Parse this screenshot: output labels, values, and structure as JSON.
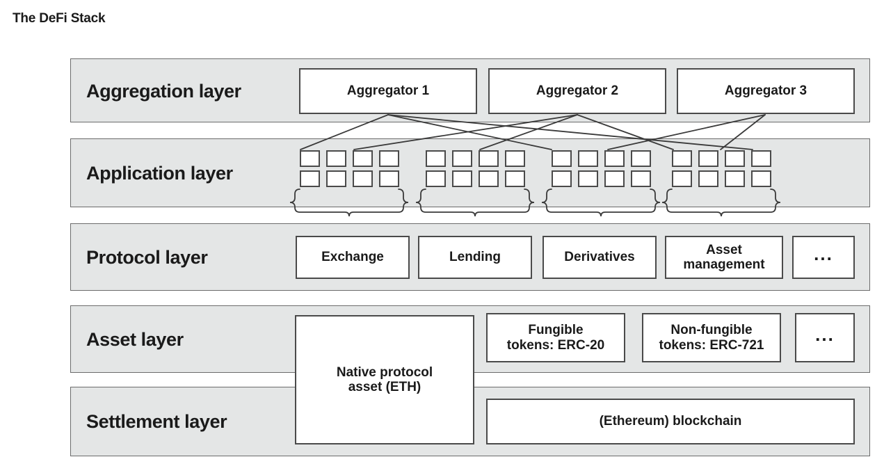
{
  "title": "The DeFi Stack",
  "colors": {
    "band_fill": "#e4e6e6",
    "band_border": "#6b6b6b",
    "box_border": "#4a4a4a",
    "box_fill": "#ffffff",
    "text": "#1a1a1a",
    "connector": "#3a3a3a",
    "page_background": "#ffffff"
  },
  "layers": [
    {
      "id": "aggregation",
      "label": "Aggregation layer",
      "boxes": [
        {
          "id": "aggregator-1",
          "label": "Aggregator 1"
        },
        {
          "id": "aggregator-2",
          "label": "Aggregator 2"
        },
        {
          "id": "aggregator-3",
          "label": "Aggregator 3"
        }
      ]
    },
    {
      "id": "application",
      "label": "Application layer",
      "groups": [
        {
          "id": "application-group-1",
          "rows": 2,
          "columns": 4,
          "brace": true
        },
        {
          "id": "application-group-2",
          "rows": 2,
          "columns": 4,
          "brace": true
        },
        {
          "id": "application-group-3",
          "rows": 2,
          "columns": 4,
          "brace": true
        },
        {
          "id": "application-group-4",
          "rows": 2,
          "columns": 4,
          "brace": true
        }
      ]
    },
    {
      "id": "protocol",
      "label": "Protocol layer",
      "boxes": [
        {
          "id": "protocol-exchange",
          "label": "Exchange"
        },
        {
          "id": "protocol-lending",
          "label": "Lending"
        },
        {
          "id": "protocol-derivatives",
          "label": "Derivatives"
        },
        {
          "id": "protocol-asset-management",
          "label": "Asset\nmanagement"
        },
        {
          "id": "protocol-more",
          "label": "..."
        }
      ]
    },
    {
      "id": "asset",
      "label": "Asset layer",
      "boxes": [
        {
          "id": "asset-fungible-tokens",
          "label": "Fungible\ntokens: ERC-20"
        },
        {
          "id": "asset-non-fungible-tokens",
          "label": "Non-fungible\ntokens: ERC-721"
        },
        {
          "id": "asset-more",
          "label": "..."
        }
      ]
    },
    {
      "id": "settlement",
      "label": "Settlement layer",
      "boxes": [
        {
          "id": "settlement-blockchain",
          "label": "(Ethereum) blockchain"
        }
      ]
    }
  ],
  "spanning_boxes": [
    {
      "id": "native-protocol-asset",
      "label": "Native protocol\nasset (ETH)",
      "spans": [
        "asset",
        "settlement"
      ]
    }
  ],
  "connections": [
    {
      "from": "aggregator-1",
      "to": "application-group-1"
    },
    {
      "from": "aggregator-1",
      "to": "application-group-2"
    },
    {
      "from": "aggregator-1",
      "to": "application-group-3"
    },
    {
      "from": "aggregator-2",
      "to": "application-group-1"
    },
    {
      "from": "aggregator-2",
      "to": "application-group-2"
    },
    {
      "from": "aggregator-2",
      "to": "application-group-4"
    },
    {
      "from": "aggregator-3",
      "to": "application-group-3"
    },
    {
      "from": "aggregator-3",
      "to": "application-group-4"
    }
  ]
}
